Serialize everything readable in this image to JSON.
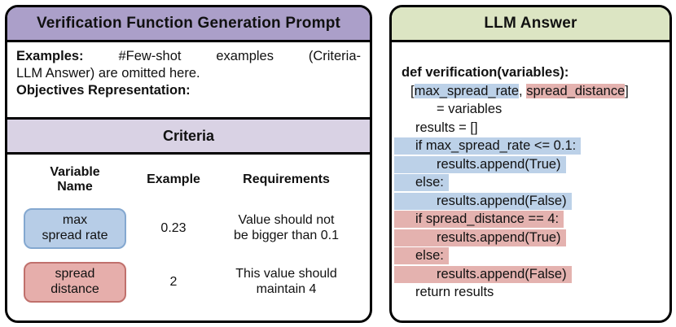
{
  "colors": {
    "left_header_bg": "#ab9fc9",
    "criteria_band_bg": "#d9d2e4",
    "right_header_bg": "#dce5c3",
    "blue_highlight": "#bcd1e8",
    "blue_tag_border": "#84a8d0",
    "pink_highlight": "#e4b2af",
    "pink_tag_border": "#c0706c",
    "panel_border": "#000000"
  },
  "left_panel": {
    "title": "Verification Function Generation Prompt",
    "examples": {
      "label": "Examples:",
      "line1_rest": "#Few-shot examples (Criteria-",
      "line2": "LLM Answer) are omitted here."
    },
    "objectives_label": "Objectives Representation:",
    "criteria": {
      "title": "Criteria",
      "columns": [
        "Variable Name",
        "Example",
        "Requirements"
      ],
      "rows": [
        {
          "variable": "max spread rate",
          "variable_lines": [
            "max",
            "spread rate"
          ],
          "example": "0.23",
          "requirement": "Value should not be bigger than 0.1",
          "requirement_lines": [
            "Value should not",
            "be bigger than 0.1"
          ],
          "tag_color": "blue"
        },
        {
          "variable": "spread distance",
          "variable_lines": [
            "spread",
            "distance"
          ],
          "example": "2",
          "requirement": "This value should maintain 4",
          "requirement_lines": [
            "This value should",
            "maintain 4"
          ],
          "tag_color": "pink"
        }
      ]
    }
  },
  "right_panel": {
    "title": "LLM Answer",
    "code": {
      "def_line": "def verification(variables):",
      "unpack": {
        "open": "[",
        "var1": "max_spread_rate",
        "sep": ", ",
        "var2": "spread_distance",
        "close": "]"
      },
      "lines": [
        {
          "text": "= variables",
          "indent": 2,
          "hl": "none"
        },
        {
          "text": "results = []",
          "indent": 1,
          "hl": "none"
        },
        {
          "text": "if max_spread_rate <= 0.1:",
          "indent": 1,
          "hl": "blue"
        },
        {
          "text": "results.append(True)",
          "indent": 2,
          "hl": "blue"
        },
        {
          "text": "else:",
          "indent": 1,
          "hl": "blue"
        },
        {
          "text": "results.append(False)",
          "indent": 2,
          "hl": "blue"
        },
        {
          "text": "if spread_distance == 4:",
          "indent": 1,
          "hl": "pink"
        },
        {
          "text": "results.append(True)",
          "indent": 2,
          "hl": "pink"
        },
        {
          "text": "else:",
          "indent": 1,
          "hl": "pink"
        },
        {
          "text": "results.append(False)",
          "indent": 2,
          "hl": "pink"
        },
        {
          "text": "return results",
          "indent": 1,
          "hl": "none"
        }
      ]
    }
  }
}
